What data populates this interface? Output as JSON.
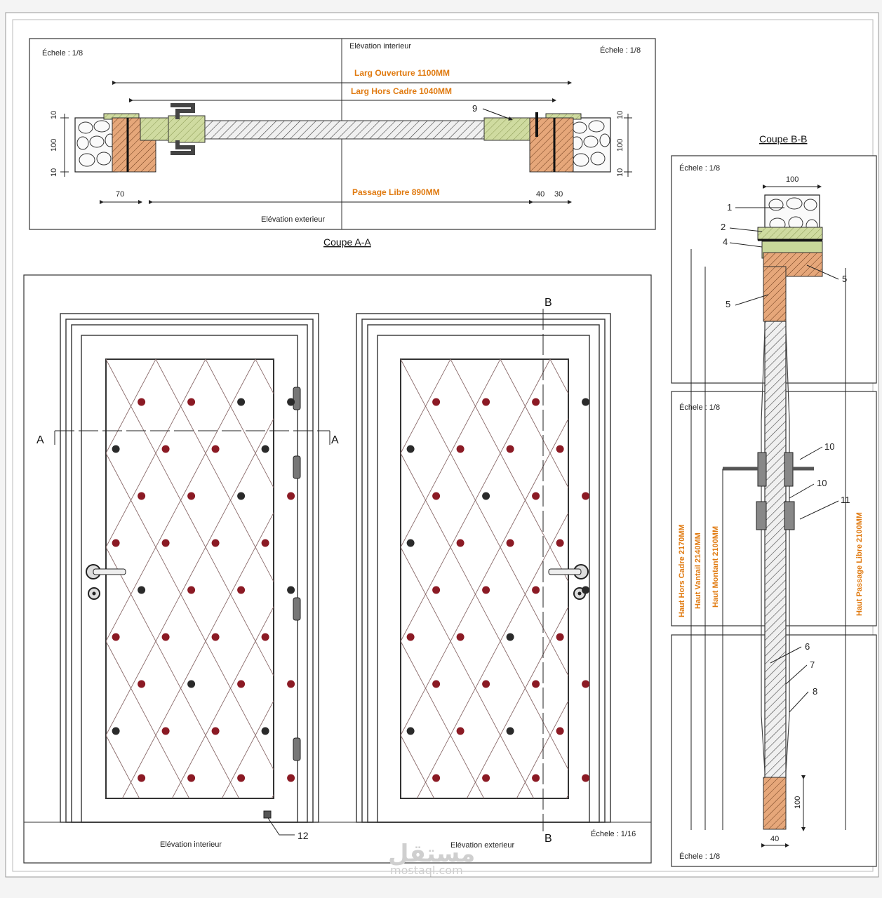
{
  "section_aa": {
    "title": "Coupe A-A",
    "scale_left": "Échele : 1/8",
    "scale_right": "Échele : 1/8",
    "label_interior": "Elévation interieur",
    "label_exterior": "Elévation exterieur",
    "dim_ouverture": "Larg Ouverture 1100MM",
    "dim_hors_cadre": "Larg Hors Cadre 1040MM",
    "dim_passage": "Passage Libre 890MM",
    "dim_left": "70",
    "dim_40": "40",
    "dim_30": "30",
    "dim_10a": "10",
    "dim_100a": "100",
    "dim_10b": "10",
    "dim_10c": "10",
    "dim_100b": "100",
    "dim_10d": "10",
    "marker_9": "9"
  },
  "section_bb": {
    "title": "Coupe B-B",
    "scale_1": "Échele : 1/8",
    "scale_2": "Échele : 1/8",
    "scale_3": "Échele : 1/8",
    "dim_100": "100",
    "dim_40": "40",
    "dim_100v": "100",
    "markers": [
      "1",
      "2",
      "4",
      "5",
      "5",
      "10",
      "10",
      "11",
      "6",
      "7",
      "8"
    ],
    "label_hors_cadre": "Haut Hors Cadre 2170MM",
    "label_vantail": "Haut Vantail 2140MM",
    "label_montant": "Haut Montant 2100MM",
    "label_passage": "Haut Passage Libre 2100MM"
  },
  "elevations": {
    "label_interior": "Elévation interieur",
    "label_exterior": "Elévation exterieur",
    "scale": "Échele : 1/16",
    "cut_a": "A",
    "cut_b": "B",
    "marker_12": "12"
  },
  "watermark": {
    "logo_text": "مستقل",
    "site": "mostaql.com"
  },
  "colors": {
    "stud_dark": "#2a2a2a",
    "stud_red": "#8b1a24",
    "wood": "#e6a77a",
    "frame_green": "#c9d79a",
    "callout_orange": "#e07a10"
  }
}
